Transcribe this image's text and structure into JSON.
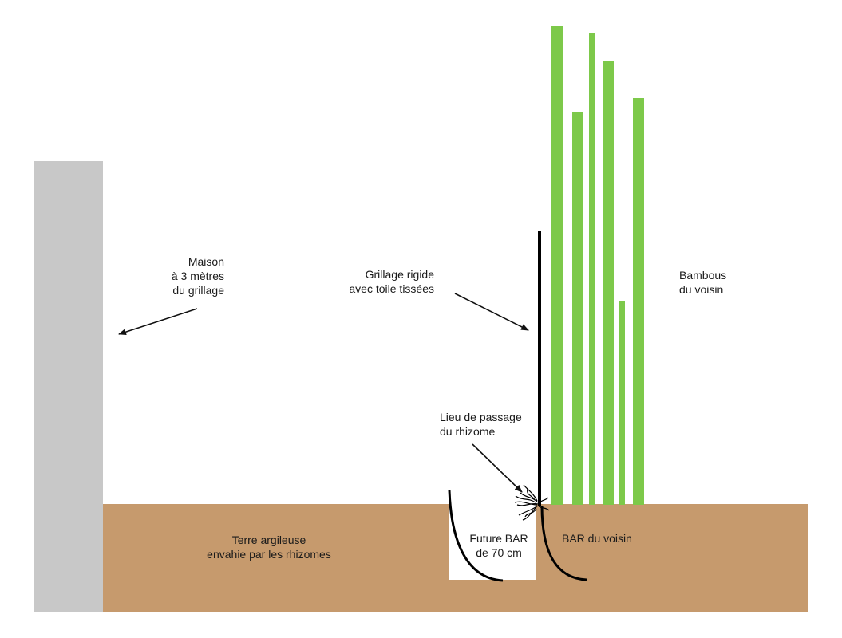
{
  "colors": {
    "house": "#c8c8c8",
    "soil": "#c69a6d",
    "bamboo": "#7dc94a",
    "fence": "#000000",
    "barrier_pit": "#ffffff",
    "text": "#1a1a1a"
  },
  "labels": {
    "maison": [
      "Maison",
      "à 3 mètres",
      "du grillage"
    ],
    "grillage": [
      "Grillage rigide",
      "avec toile tissées"
    ],
    "bambous": [
      "Bambous",
      "du voisin"
    ],
    "passage": [
      "Lieu de passage",
      "du rhizome"
    ],
    "terre": [
      "Terre argileuse",
      "envahie par les rhizomes"
    ],
    "future_bar": [
      "Future BAR",
      "de 70 cm"
    ],
    "bar_voisin": [
      "BAR du voisin"
    ]
  }
}
